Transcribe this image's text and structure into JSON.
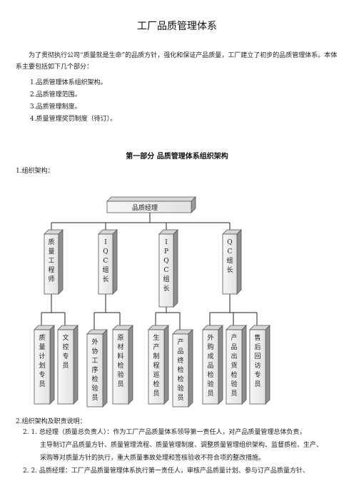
{
  "title": "工厂品质管理体系",
  "intro": "为了贯彻执行公司“质量就是生命”的品质方针，强化和保证产品质量，工厂建立了初步的品质管理体系。本体系主要包括如下几个部分：",
  "toc": [
    "1.品质管理体系组织架构。",
    "2.品质管理范围。",
    "3.品质管理制度。",
    "4.质量管理奖罚制度（待订）。"
  ],
  "part1_heading": "第一部分  品质管理体系组织架构",
  "section1_label": "1.组织架构：",
  "org": {
    "top": "品质经理",
    "mid": [
      "质\n量\n工\n程\n师",
      "I\nQ\nC\n组\n长",
      "I\nP\nQ\nC\n组\n长",
      "Q\nC\n组\n长"
    ],
    "bottom": [
      "质\n量\n计\n划\n专\n员",
      "文\n控\n专\n员",
      "外\n协\n工\n序\n检\n验\n员",
      "原\n材\n料\n检\n验\n员",
      "生\n产\n制\n程\n巡\n检\n员",
      "产\n品\n终\n检\n检\n验\n员",
      "外\n购\n成\n品\n检\n验\n员",
      "产\n品\n出\n货\n检\n验\n员",
      "售\n后\n回\n访\n专\n员"
    ]
  },
  "section2_label": "2.组织架构及职责说明：",
  "paragraphs": [
    "2. 1.  总经理（质量总负责人）：作为工厂产品质量体系领导第一责任人，对产品质量管理总体负责，",
    "主导制订产品质量方针、质量管理流程、质量管理制度、调整质量管理组织架构、监督质检、生产、",
    "采购等对质量方针的执行，重大质量事故处理和签核验收不符合项的整改措施。",
    "2. 2.  品质经理：工厂产品质量管理体系执行第一责任人，审核产品质量计划、参与订产品质量方针、"
  ]
}
